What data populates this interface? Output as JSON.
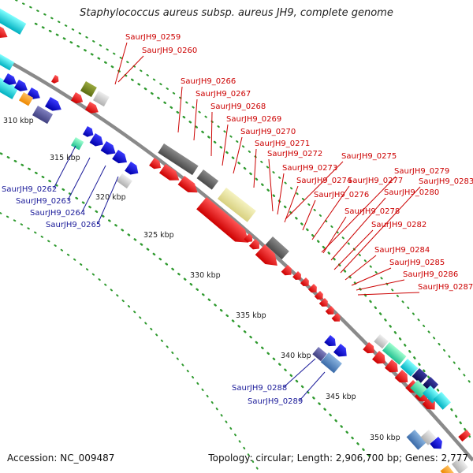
{
  "title": "Staphylococcus aureus subsp. aureus JH9, complete genome",
  "footer": {
    "accession": "Accession: NC_009487",
    "summary": "Topology: circular; Length: 2,906,700 bp; Genes: 2,777"
  },
  "colors": {
    "backbone": "#8a8a8a",
    "tick_dots": "#2f9a2f",
    "label_red": "#cc0000",
    "label_blue": "#1a1a99",
    "red_gene": "#ff0000",
    "blue_gene": "#0000ee",
    "gray_gene": "#707070",
    "yellow_gene": "#eeeaa0",
    "cyan_gene": "#00e5e5",
    "orange_gene": "#ff9900",
    "olive_gene": "#7a8a20",
    "teal_gene": "#40e0a0",
    "navy_gene": "#101070",
    "steelblue_gene": "#5b8fc8",
    "lightgray_gene": "#d0d0d0"
  },
  "kbp_labels": [
    "310 kbp",
    "315 kbp",
    "320 kbp",
    "325 kbp",
    "330 kbp",
    "335 kbp",
    "340 kbp",
    "345 kbp",
    "350 kbp"
  ],
  "red_labels": [
    "SaurJH9_0259",
    "SaurJH9_0260",
    "SaurJH9_0266",
    "SaurJH9_0267",
    "SaurJH9_0268",
    "SaurJH9_0269",
    "SaurJH9_0270",
    "SaurJH9_0271",
    "SaurJH9_0272",
    "SaurJH9_0273",
    "SaurJH9_0274",
    "SaurJH9_0275",
    "SaurJH9_0276",
    "SaurJH9_0277",
    "SaurJH9_0278",
    "SaurJH9_0279",
    "SaurJH9_0280",
    "SaurJH9_0282",
    "SaurJH9_0283",
    "SaurJH9_0284",
    "SaurJH9_0285",
    "SaurJH9_0286",
    "SaurJH9_0287"
  ],
  "blue_labels": [
    "SaurJH9_0262",
    "SaurJH9_0263",
    "SaurJH9_0264",
    "SaurJH9_0265",
    "SaurJH9_0288",
    "SaurJH9_0289"
  ]
}
